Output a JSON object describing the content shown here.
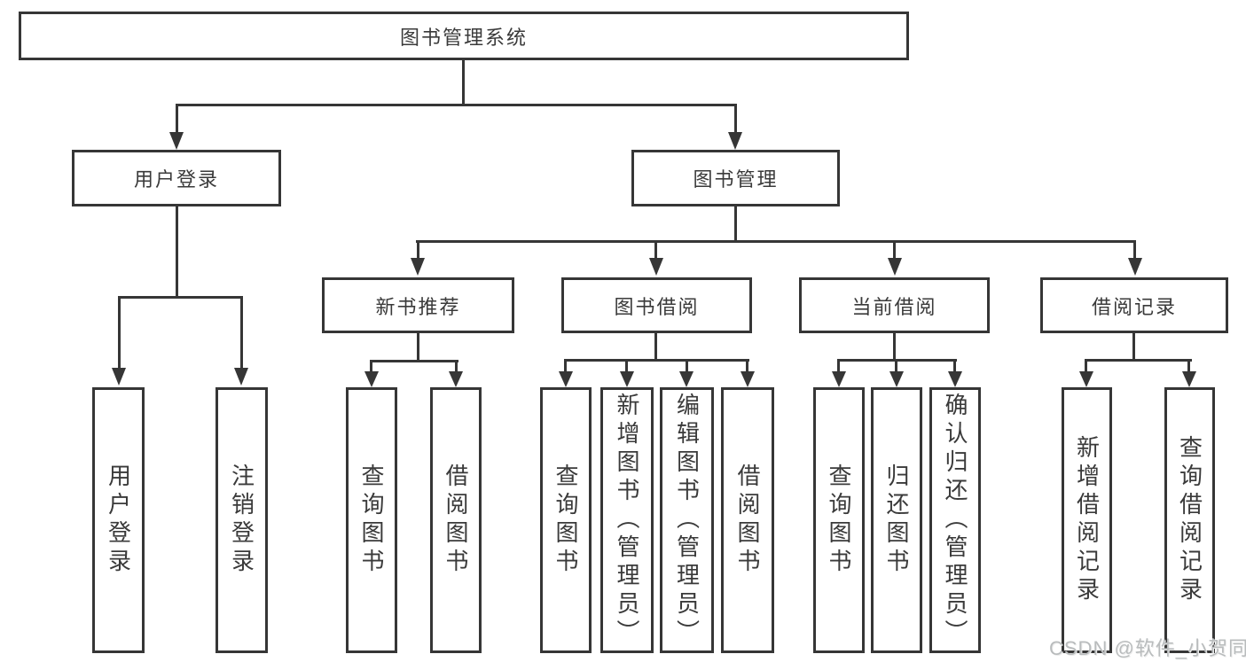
{
  "diagram": {
    "title": "图书管理系统",
    "nodes": {
      "root": "图书管理系统",
      "user_login": "用户登录",
      "book_management": "图书管理",
      "new_book_recommend": "新书推荐",
      "book_borrowing": "图书借阅",
      "current_borrowing": "当前借阅",
      "borrowing_records": "借阅记录"
    },
    "leaves": {
      "user_login": [
        "用户登录",
        "注销登录"
      ],
      "new_book_recommend": [
        "查询图书",
        "借阅图书"
      ],
      "book_borrowing": [
        "查询图书",
        "新增图书（管理员）",
        "编辑图书（管理员）",
        "借阅图书"
      ],
      "current_borrowing": [
        "查询图书",
        "归还图书",
        "确认归还（管理员）"
      ],
      "borrowing_records": [
        "新增借阅记录",
        "查询借阅记录"
      ]
    },
    "colors": {
      "line": "#363636",
      "text": "#3a3a3a",
      "background": "#ffffff",
      "watermark": "#b9bcbd"
    }
  },
  "watermark": {
    "text": "CSDN @软件_小贺同学"
  }
}
